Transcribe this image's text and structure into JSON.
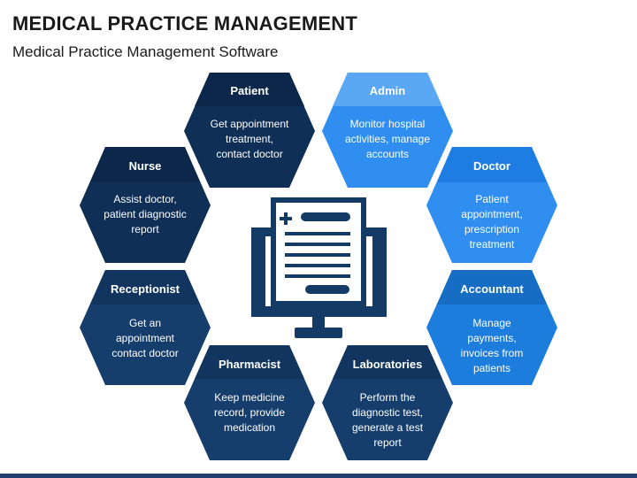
{
  "header": {
    "title": "MEDICAL PRACTICE MANAGEMENT",
    "subtitle": "Medical Practice Management Software"
  },
  "colors": {
    "dark_navy": "#0f2f57",
    "navy": "#163e6d",
    "bright_blue": "#1d7ddc",
    "light_blue": "#2f8ef0",
    "label_band_dark": "#0e2748",
    "label_band_blue": "#4a9ef0"
  },
  "roles": [
    {
      "id": "patient",
      "title": "Patient",
      "desc": "Get appointment\ntreatment,\ncontact doctor"
    },
    {
      "id": "admin",
      "title": "Admin",
      "desc": "Monitor hospital\nactivities, manage\naccounts"
    },
    {
      "id": "nurse",
      "title": "Nurse",
      "desc": "Assist doctor,\npatient diagnostic\nreport"
    },
    {
      "id": "doctor",
      "title": "Doctor",
      "desc": "Patient\nappointment,\nprescription\ntreatment"
    },
    {
      "id": "receptionist",
      "title": "Receptionist",
      "desc": "Get an\nappointment\ncontact doctor"
    },
    {
      "id": "accountant",
      "title": "Accountant",
      "desc": "Manage\npayments,\ninvoices from\npatients"
    },
    {
      "id": "pharmacist",
      "title": "Pharmacist",
      "desc": "Keep medicine\nrecord, provide\nmedication"
    },
    {
      "id": "laboratories",
      "title": "Laboratories",
      "desc": "Perform the\ndiagnostic test,\ngenerate a test\nreport"
    }
  ],
  "center_icon": "computer-monitor-medical-record-icon"
}
